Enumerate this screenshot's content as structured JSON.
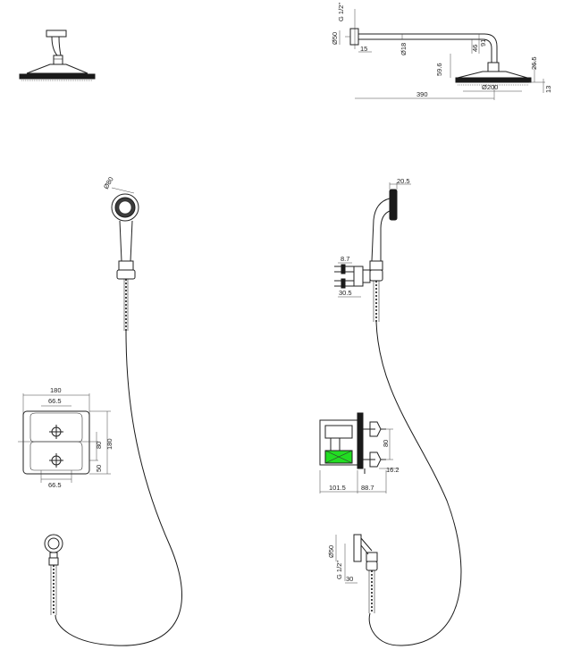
{
  "dimensions": {
    "head_thread": "G 1/2\"",
    "head_flange_dia": "Ø50",
    "head_offset": "15",
    "arm_dia": "Ø18",
    "drop_a": "46",
    "drop_b": "91",
    "head_height": "59.6",
    "head_thick": "26.5",
    "head_dia": "Ø200",
    "head_rim": "13",
    "arm_length": "390",
    "handset_dia": "Ø80",
    "handset_depth": "20.5",
    "bracket_h": "8.7",
    "bracket_d": "30.5",
    "plate_width": "180",
    "plate_spacing_top": "66.5",
    "plate_spacing_bottom": "66.5",
    "plate_inner_h": "80",
    "plate_height": "180",
    "plate_lower": "50",
    "valve_centres": "80",
    "valve_outlet": "16.2",
    "valve_body_depth": "101.5",
    "valve_handle_depth": "88.7",
    "elbow_flange_dia": "Ø50",
    "elbow_thread": "G 1/2\"",
    "elbow_depth": "30"
  },
  "colors": {
    "line": "#222222",
    "highlight": "#22dd22"
  }
}
